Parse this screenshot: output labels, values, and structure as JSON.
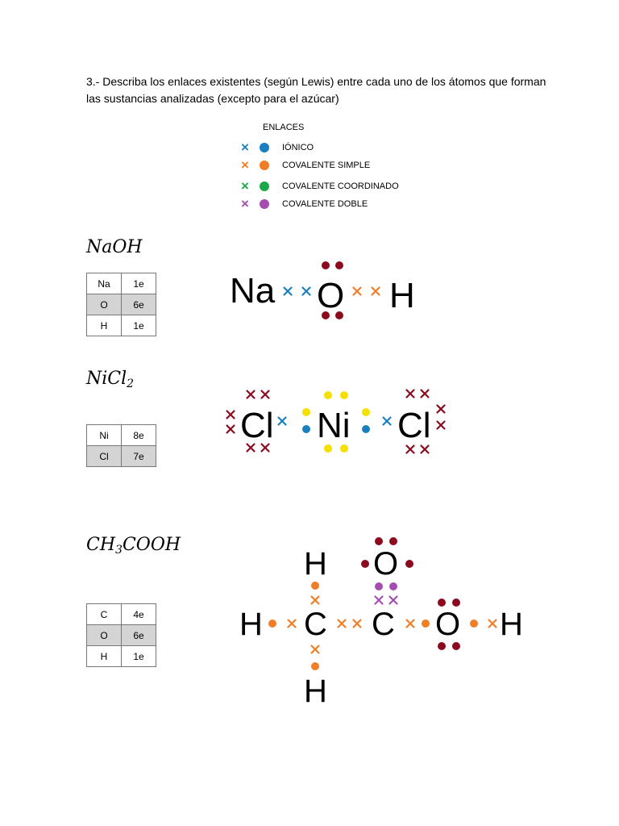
{
  "question": {
    "line1": "3.- Describa los enlaces existentes (según Lewis) entre cada uno de los átomos que forman",
    "line2": "las sustancias analizadas (excepto para el azúcar)"
  },
  "legend": {
    "title": "ENLACES",
    "items": [
      {
        "label": "IÓNICO",
        "color": "#1a7fc1"
      },
      {
        "label": "COVALENTE SIMPLE",
        "color": "#f07e26"
      },
      {
        "label": "COVALENTE COORDINADO",
        "color": "#1aa84a"
      },
      {
        "label": "COVALENTE DOBLE",
        "color": "#a44fb0"
      }
    ]
  },
  "colors": {
    "ionic": "#1a7fc1",
    "simple": "#f07e26",
    "coordinate": "#1aa84a",
    "double": "#a44fb0",
    "lone": "#8b0a1e",
    "ni": "#f5e000"
  },
  "compounds": [
    {
      "formula": "NaOH",
      "electrons": [
        [
          "Na",
          "1e"
        ],
        [
          "O",
          "6e"
        ],
        [
          "H",
          "1e"
        ]
      ],
      "atoms": [
        "Na",
        "O",
        "H"
      ]
    },
    {
      "formula_main": "NiCl",
      "formula_sub": "2",
      "electrons": [
        [
          "Ni",
          "8e"
        ],
        [
          "Cl",
          "7e"
        ]
      ],
      "atoms": [
        "Cl",
        "Ni",
        "Cl"
      ]
    },
    {
      "formula_parts": [
        "CH",
        "3",
        "COOH"
      ],
      "electrons": [
        [
          "C",
          "4e"
        ],
        [
          "O",
          "6e"
        ],
        [
          "H",
          "1e"
        ]
      ],
      "atoms": [
        "H",
        "O",
        "H",
        "C",
        "C",
        "O",
        "H",
        "H"
      ]
    }
  ]
}
